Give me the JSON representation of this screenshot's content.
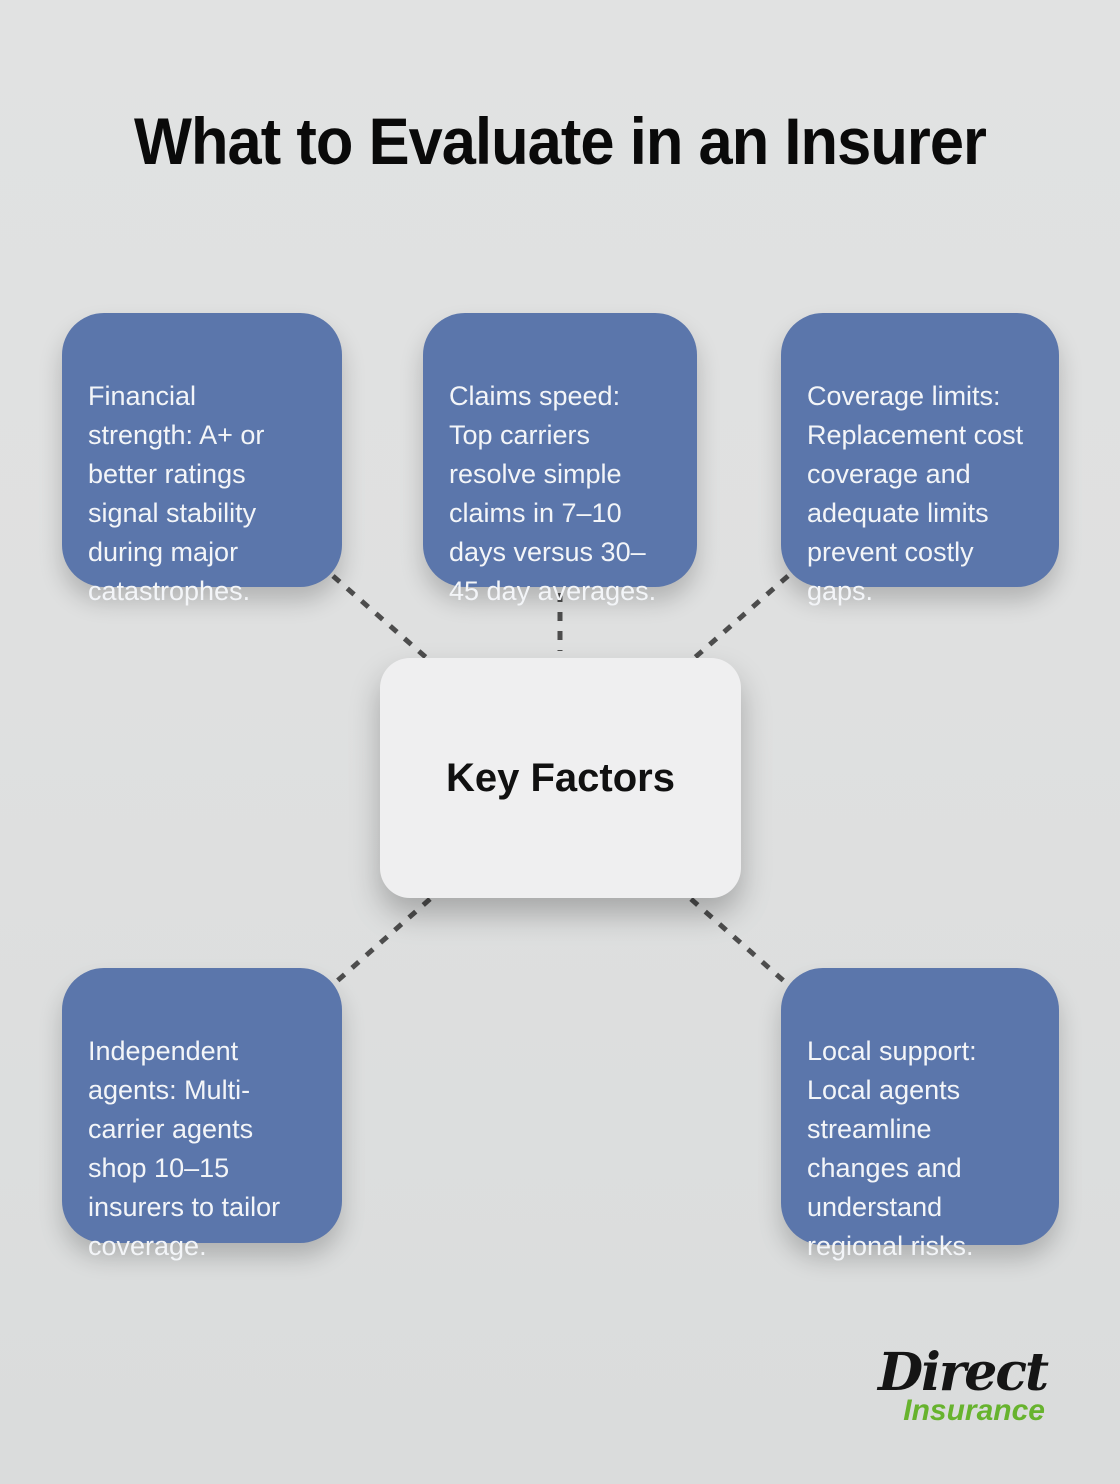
{
  "title": "What to Evaluate in an Insurer",
  "center": {
    "label": "Key Factors"
  },
  "factors": [
    {
      "id": "financial-strength",
      "text": "Financial\nstrength: A+ or\nbetter ratings\nsignal stability\nduring major\ncatastrophes."
    },
    {
      "id": "claims-speed",
      "text": "Claims speed:\nTop carriers\nresolve simple\nclaims in 7–10\ndays versus 30–\n45 day averages."
    },
    {
      "id": "coverage-limits",
      "text": "Coverage limits:\nReplacement cost\ncoverage and\nadequate limits\nprevent costly\ngaps."
    },
    {
      "id": "independent-agents",
      "text": "Independent\nagents: Multi-\ncarrier agents\nshop 10–15\ninsurers to tailor\ncoverage."
    },
    {
      "id": "local-support",
      "text": "Local support:\nLocal agents\nstreamline\nchanges and\nunderstand\nregional risks."
    }
  ],
  "logo": {
    "primary": "Direct",
    "secondary": "Insurance"
  },
  "colors": {
    "background": "#dfe0e0",
    "factor_box": "#5b76ab",
    "factor_text": "#f3f5f8",
    "center_bg": "#efeff0",
    "center_text": "#111111",
    "connector": "#4d4d4d",
    "title_text": "#0a0a0a",
    "logo_primary": "#151515",
    "logo_secondary": "#67b32e"
  }
}
